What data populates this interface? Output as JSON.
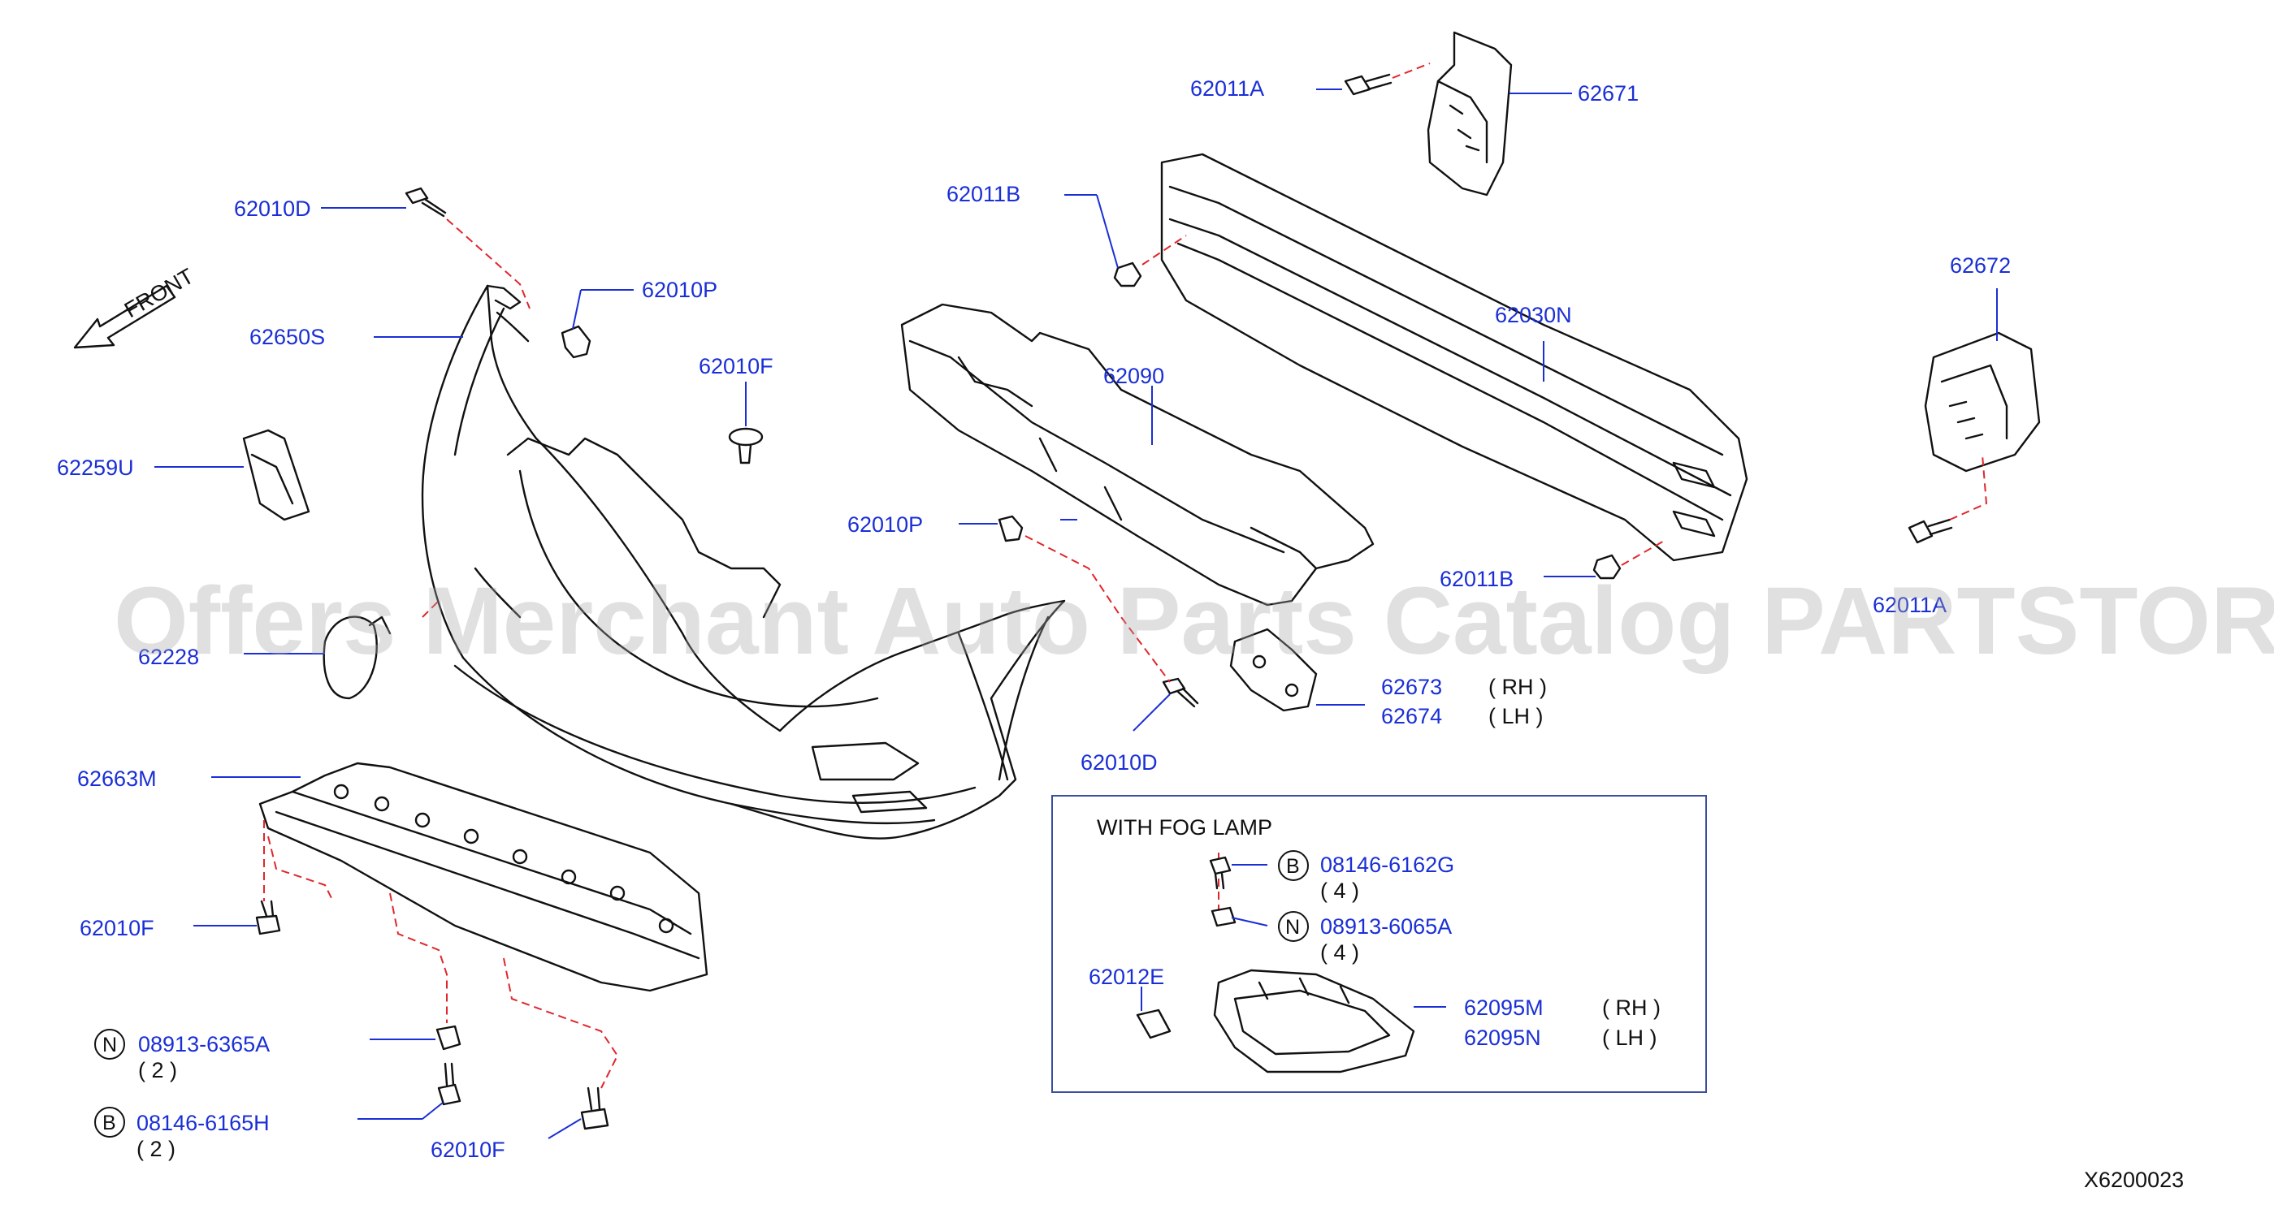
{
  "diagram_code": "X6200023",
  "watermark": "Offers Merchant Auto Parts Catalog PARTSTORE.SA",
  "front_label": "FRONT",
  "inset": {
    "title": "WITH  FOG  LAMP"
  },
  "parts": {
    "p62011A_top": "62011A",
    "p62671": "62671",
    "p62011B_top": "62011B",
    "p62010D": "62010D",
    "p62010P_top": "62010P",
    "p62650S": "62650S",
    "p62010F_mid": "62010F",
    "p62030N": "62030N",
    "p62672": "62672",
    "p62090": "62090",
    "p62259U": "62259U",
    "p62010P_mid": "62010P",
    "p62011B_bottom": "62011B",
    "p62011A_bottom": "62011A",
    "p62228": "62228",
    "p62673": "62673",
    "p62674": "62674",
    "p62010D_bottom": "62010D",
    "p62663M": "62663M",
    "p62010F_left": "62010F",
    "p08913_6365A": "08913-6365A",
    "p08146_6165H": "08146-6165H",
    "p62010F_bottom": "62010F",
    "p08146_6162G": "08146-6162G",
    "p08913_6065A": "08913-6065A",
    "p62012E": "62012E",
    "p62095M": "62095M",
    "p62095N": "62095N"
  },
  "qualifiers": {
    "rh_62673": "(    RH    )",
    "lh_62674": "(    LH    )",
    "rh_62095M": "(    RH    )",
    "lh_62095N": "(    LH    )",
    "qty_6365A": "(    2    )",
    "qty_6165H": "(    2    )",
    "qty_6162G": "(    4    )",
    "qty_6065A": "(    4    )"
  },
  "badges": {
    "n1": "N",
    "b1": "B",
    "b2": "B",
    "n2": "N"
  }
}
